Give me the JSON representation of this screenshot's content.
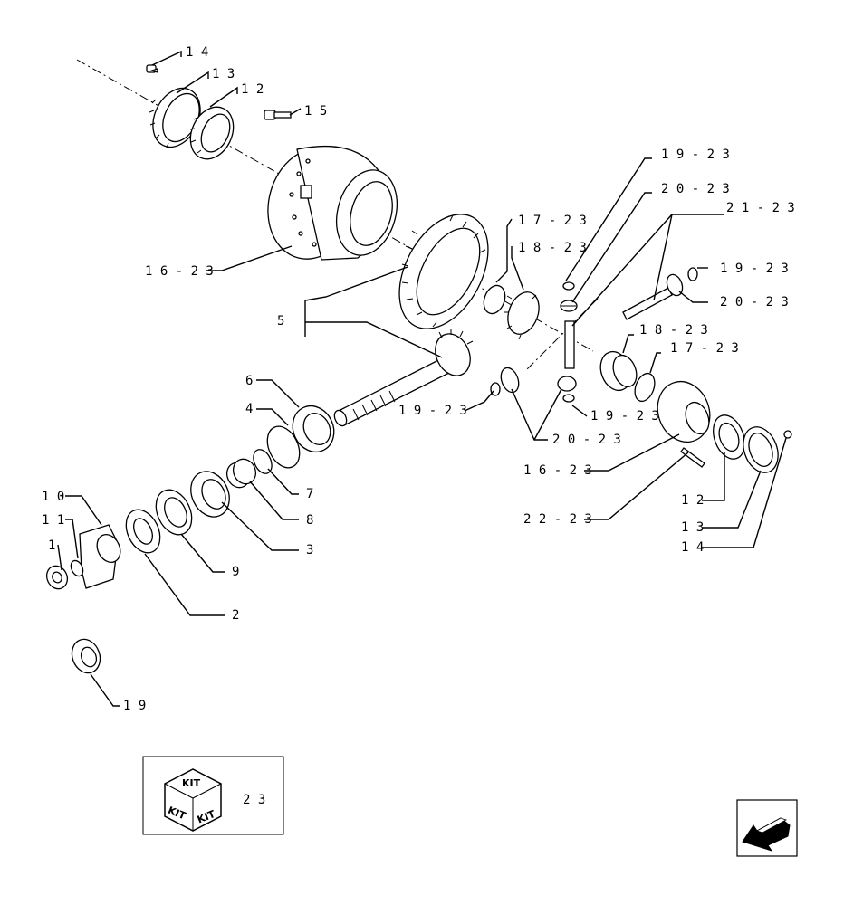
{
  "callouts": {
    "c14_top": "1 4",
    "c13_top": "1 3",
    "c12_top": "1 2",
    "c15": "1 5",
    "c16_left": "1 6 - 2 3",
    "c5": "5",
    "c6": "6",
    "c4": "4",
    "c10": "1 0",
    "c11": "1 1",
    "c1": "1",
    "c7": "7",
    "c8": "8",
    "c3": "3",
    "c9": "9",
    "c2": "2",
    "c19_nut": "1 9",
    "c17_top": "1 7 - 2 3",
    "c18_top": "1 8 - 2 3",
    "c19_23_top": "1 9 - 2 3",
    "c20_23_top": "2 0 - 2 3",
    "c21_23": "2 1 - 2 3",
    "c19_23_right": "1 9 - 2 3",
    "c20_23_right": "2 0 - 2 3",
    "c18_right": "1 8 - 2 3",
    "c17_right": "1 7 - 2 3",
    "c19_23_mid": "1 9 - 2 3",
    "c19_23_low": "1 9 - 2 3",
    "c20_23_low": "2 0 - 2 3",
    "c16_right": "1 6 - 2 3",
    "c22": "2 2 - 2 3",
    "c12_right": "1 2",
    "c13_right": "1 3",
    "c14_right": "1 4"
  },
  "kit_box": {
    "top_label": "KIT",
    "left_label": "KIT",
    "right_label": "KIT",
    "number": "2 3"
  },
  "nav": {
    "icon": "arrow-back-icon"
  }
}
